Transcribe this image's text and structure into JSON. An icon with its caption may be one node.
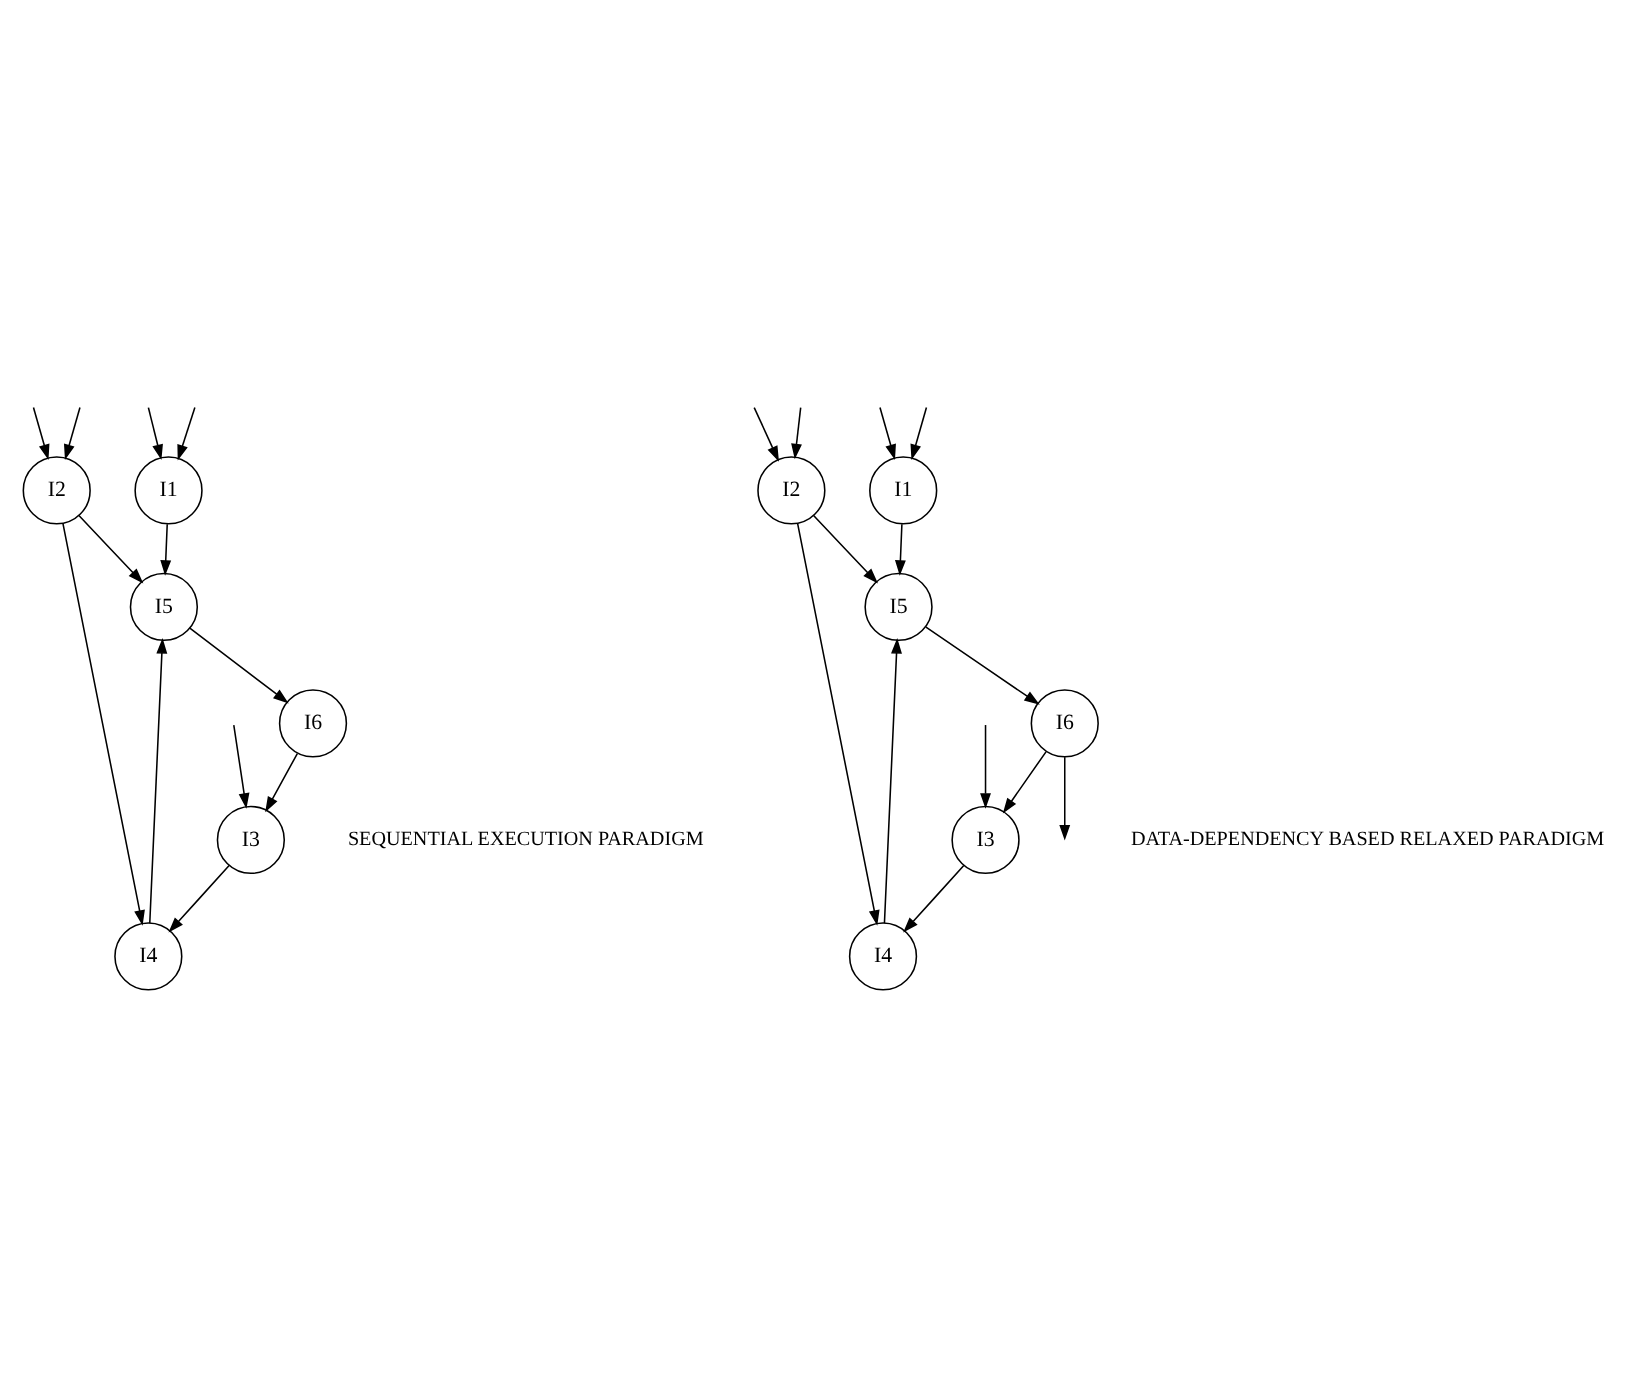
{
  "diagram": {
    "nodes": [
      {
        "text": [
          "I1"
        ]
      },
      {
        "text": [
          "I2"
        ]
      },
      {
        "text": [
          "I3"
        ]
      },
      {
        "text": [
          "I4"
        ]
      },
      {
        "text": [
          "I5"
        ]
      },
      {
        "text": [
          "I6"
        ]
      },
      {
        "text": [
          "I1"
        ]
      },
      {
        "text": [
          "I2"
        ]
      },
      {
        "text": [
          "I3"
        ]
      },
      {
        "text": [
          "I4"
        ]
      },
      {
        "text": [
          "I5"
        ]
      },
      {
        "text": [
          "I6"
        ]
      }
    ],
    "edges": [
      {
        "from": null,
        "to": 0,
        "arrow": "to"
      },
      {
        "from": null,
        "to": 0,
        "arrow": "to"
      },
      {
        "from": null,
        "to": 1,
        "arrow": "to"
      },
      {
        "from": null,
        "to": 1,
        "arrow": "to"
      },
      {
        "from": null,
        "to": 2,
        "arrow": "to"
      },
      {
        "from": 0,
        "to": 4,
        "arrow": "to"
      },
      {
        "from": 1,
        "to": 3,
        "arrow": "to"
      },
      {
        "from": 1,
        "to": 4,
        "arrow": "to"
      },
      {
        "from": 2,
        "to": 3,
        "arrow": "to"
      },
      {
        "from": 3,
        "to": 4,
        "arrow": "to"
      },
      {
        "from": 4,
        "to": 5,
        "arrow": "to"
      },
      {
        "from": 5,
        "to": 2,
        "arrow": "to"
      },
      {
        "from": null,
        "to": 6,
        "arrow": "to"
      },
      {
        "from": null,
        "to": 6,
        "arrow": "to"
      },
      {
        "from": null,
        "to": 7,
        "arrow": "to"
      },
      {
        "from": null,
        "to": 7,
        "arrow": "to"
      },
      {
        "from": null,
        "to": 8,
        "arrow": "to"
      },
      {
        "from": 6,
        "to": 10,
        "arrow": "to"
      },
      {
        "from": 7,
        "to": 10,
        "arrow": "to"
      },
      {
        "from": 7,
        "to": 9,
        "arrow": "to"
      },
      {
        "from": 8,
        "to": 9,
        "arrow": "to"
      },
      {
        "from": 9,
        "to": 10,
        "arrow": "to"
      },
      {
        "from": 10,
        "to": 11,
        "arrow": "to"
      },
      {
        "from": 11,
        "to": 8,
        "arrow": "to"
      },
      {
        "from": 11,
        "to": null,
        "arrow": "to"
      }
    ],
    "labels": [
      "SEQUENTIAL EXECUTION PARADIGM",
      "DATA-DEPENDENCY BASED RELAXED PARADIGM"
    ]
  }
}
